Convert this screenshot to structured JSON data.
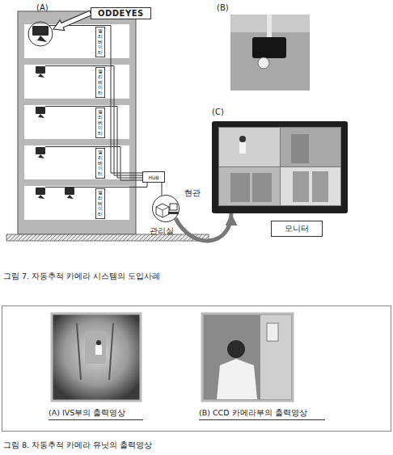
{
  "diagram": {
    "nodes": [
      {
        "text": [
          "ODDEYES"
        ]
      },
      {
        "text": [
          "엘리베이터"
        ]
      },
      {
        "text": [
          "엘리베이터"
        ]
      },
      {
        "text": [
          "엘리베이터"
        ]
      },
      {
        "text": [
          "엘리베이터"
        ]
      },
      {
        "text": [
          "엘리베이터"
        ]
      },
      {
        "text": [
          "HUB"
        ]
      },
      {
        "text": [
          "관리실"
        ]
      },
      {
        "text": [
          "(C)"
        ]
      },
      {
        "text": [
          "모니터"
        ]
      }
    ],
    "edges": [
      {
        "from": 7,
        "to": 8,
        "arrow": "to"
      }
    ],
    "labels": [
      "(A)",
      "(B)",
      "현관",
      "(A) IVS부의 출력영상",
      "(B) CCD 카메라부의 출력영상",
      "그림 7. 자동추적 카메라 시스템의 도입사례",
      "그림 8. 자동추적 카메라 유닛의 출력영상"
    ]
  }
}
